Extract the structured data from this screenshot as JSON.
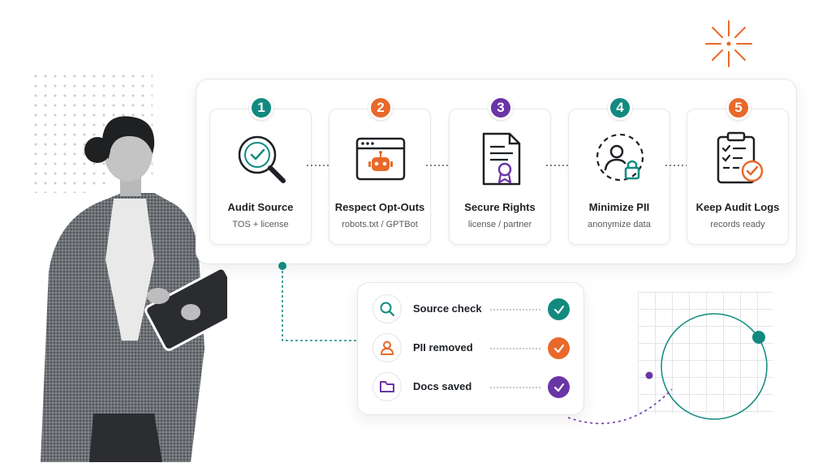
{
  "colors": {
    "teal": "#128a7f",
    "orange": "#e8692a",
    "purple": "#6a35a6",
    "dark": "#1d2125"
  },
  "steps": [
    {
      "num": "1",
      "title": "Audit Source",
      "sub": "TOS + license",
      "icon": "magnifier-check-icon",
      "color": "#128a7f"
    },
    {
      "num": "2",
      "title": "Respect Opt-Outs",
      "sub": "robots.txt / GPTBot",
      "icon": "browser-robot-icon",
      "color": "#e8692a"
    },
    {
      "num": "3",
      "title": "Secure Rights",
      "sub": "license / partner",
      "icon": "certificate-document-icon",
      "color": "#6a35a6"
    },
    {
      "num": "4",
      "title": "Minimize PII",
      "sub": "anonymize data",
      "icon": "user-lock-icon",
      "color": "#128a7f"
    },
    {
      "num": "5",
      "title": "Keep Audit Logs",
      "sub": "records ready",
      "icon": "clipboard-check-icon",
      "color": "#e8692a"
    }
  ],
  "checklist": [
    {
      "label": "Source check",
      "icon": "search-icon",
      "color": "#128a7f"
    },
    {
      "label": "PII removed",
      "icon": "user-icon",
      "color": "#e8692a"
    },
    {
      "label": "Docs saved",
      "icon": "folder-icon",
      "color": "#6a35a6"
    }
  ]
}
